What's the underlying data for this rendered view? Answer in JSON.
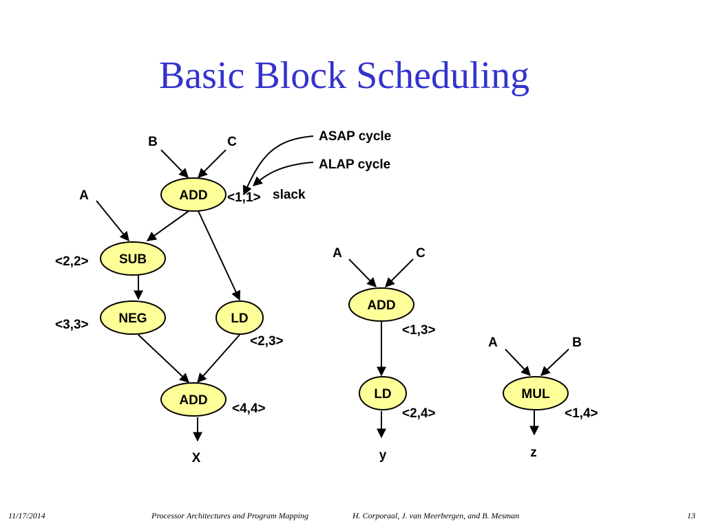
{
  "title": "Basic Block Scheduling",
  "annotations": {
    "asap": "ASAP cycle",
    "alap": "ALAP cycle",
    "slack": "slack"
  },
  "graph1": {
    "inputs": {
      "b": "B",
      "c": "C",
      "a": "A"
    },
    "nodes": {
      "add_top": {
        "op": "ADD",
        "range": "<1,1>"
      },
      "sub": {
        "op": "SUB",
        "range": "<2,2>"
      },
      "neg": {
        "op": "NEG",
        "range": "<3,3>"
      },
      "ld": {
        "op": "LD",
        "range": "<2,3>"
      },
      "add_bottom": {
        "op": "ADD",
        "range": "<4,4>"
      }
    },
    "output": "X"
  },
  "graph2": {
    "inputs": {
      "a": "A",
      "c": "C"
    },
    "nodes": {
      "add": {
        "op": "ADD",
        "range": "<1,3>"
      },
      "ld": {
        "op": "LD",
        "range": "<2,4>"
      }
    },
    "output": "y"
  },
  "graph3": {
    "inputs": {
      "a": "A",
      "b": "B"
    },
    "nodes": {
      "mul": {
        "op": "MUL",
        "range": "<1,4>"
      }
    },
    "output": "z"
  },
  "footer": {
    "date": "11/17/2014",
    "course": "Processor Architectures and Program Mapping",
    "authors": "H. Corporaal,  J. van Meerbergen, and B. Mesman",
    "page": "13"
  },
  "colors": {
    "title": "#3333cc",
    "node_fill": "#ffff99",
    "stroke": "#000000"
  }
}
